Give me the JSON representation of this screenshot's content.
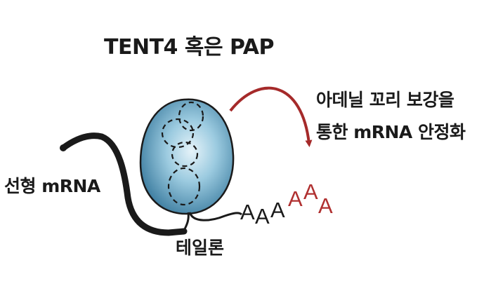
{
  "title": "TENT4 혹은 PAP",
  "left_label": "선형 mRNA",
  "bottom_label": "테일론",
  "right_label_lines": [
    "아데닐 꼬리 보강을",
    "통한 mRNA 안정화"
  ],
  "poly_a_tail": [
    "A",
    "A",
    "A",
    "A",
    "A",
    "A"
  ],
  "colors": {
    "text": "#1a1a1a",
    "enzyme_fill_center": "#c9e3ef",
    "enzyme_fill_edge": "#3d7fa3",
    "arrow": "#a52a2a",
    "added_a": "#b03030",
    "original_a": "#1a1a1a"
  }
}
